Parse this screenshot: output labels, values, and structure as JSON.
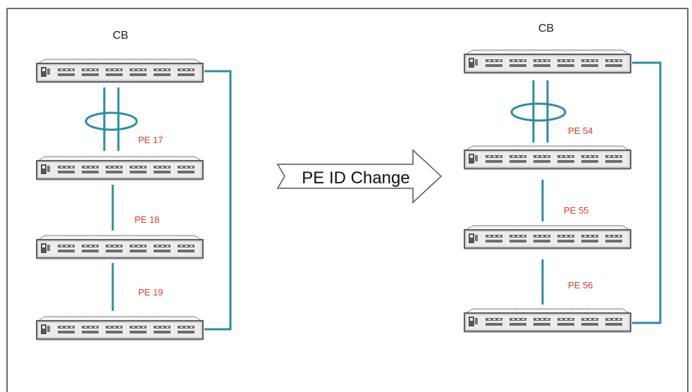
{
  "left": {
    "cb_label": "CB",
    "pe_labels": [
      "PE 17",
      "PE 18",
      "PE 19"
    ]
  },
  "right": {
    "cb_label": "CB",
    "pe_labels": [
      "PE 54",
      "PE 55",
      "PE 56"
    ]
  },
  "arrow": {
    "label": "PE ID Change"
  },
  "colors": {
    "link": "#2a8ea6",
    "pe_label": "#e03a2e",
    "frame": "#6a6a6a",
    "switch_body": "#ececec",
    "switch_outline": "#3a3a3a"
  },
  "icons": [
    "switch-icon",
    "lag-ring-icon",
    "arrow-icon"
  ]
}
